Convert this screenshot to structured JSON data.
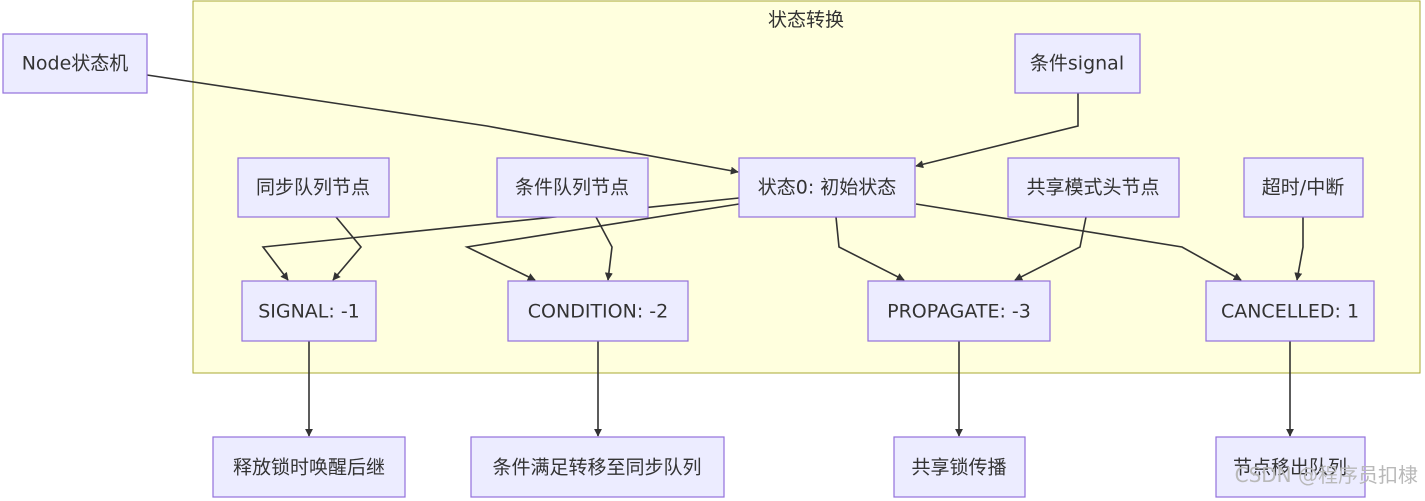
{
  "subgraph": {
    "title": "状态转换"
  },
  "nodes": {
    "node_state_machine": "Node状态机",
    "condition_signal": "条件signal",
    "sync_queue_node": "同步队列节点",
    "condition_queue_node": "条件队列节点",
    "state_zero": "状态0: 初始状态",
    "shared_head_node": "共享模式头节点",
    "timeout_interrupt": "超时/中断",
    "signal": "SIGNAL: -1",
    "condition": "CONDITION: -2",
    "propagate": "PROPAGATE: -3",
    "cancelled": "CANCELLED: 1",
    "release_wake_successor": "释放锁时唤醒后继",
    "transfer_to_sync_queue": "条件满足转移至同步队列",
    "shared_lock_propagation": "共享锁传播",
    "node_leaves_queue": "节点移出队列"
  },
  "watermark": "CSDN @程序员扣棣"
}
